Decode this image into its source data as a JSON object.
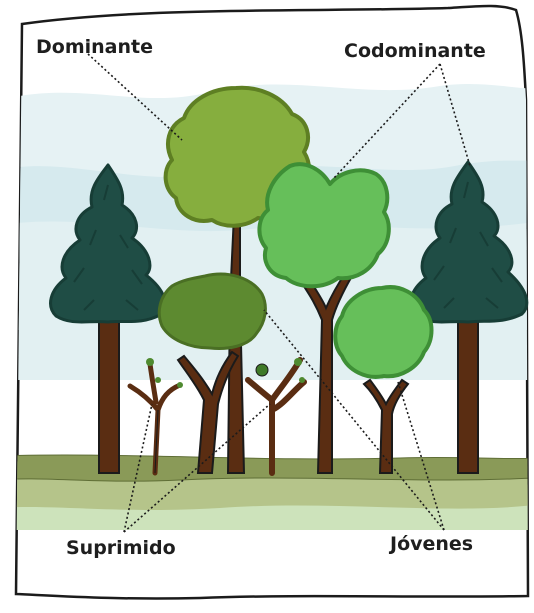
{
  "labels": {
    "dominant": "Dominante",
    "codominant": "Codominante",
    "suppressed": "Suprimido",
    "young": "Jóvenes"
  },
  "colors": {
    "paper": "#ffffff",
    "outline": "#1b1b1b",
    "sky": "#d6eaee",
    "conifer": "#1f4d45",
    "conifer_dark": "#173d36",
    "trunk": "#5a2d12",
    "dominant_crown": "#86ae3e",
    "codominant_crown": "#66bf5a",
    "young_crown": "#66bf5a",
    "intermediate_crown": "#5d8a30",
    "ground_top": "#8a9a58",
    "ground_mid": "#b5c48a",
    "ground_bottom": "#cde3bb"
  }
}
